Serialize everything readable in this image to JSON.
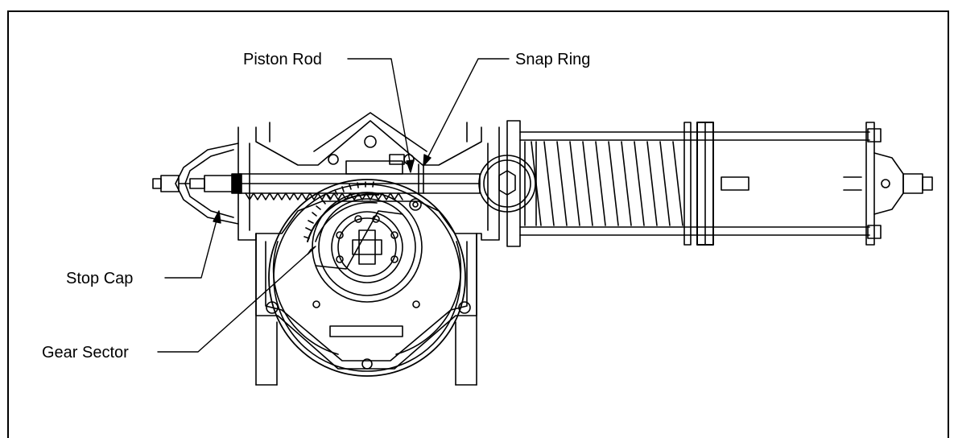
{
  "diagram": {
    "labels": {
      "piston_rod": "Piston Rod",
      "snap_ring": "Snap Ring",
      "stop_cap": "Stop Cap",
      "gear_sector": "Gear Sector"
    },
    "colors": {
      "line": "#000000",
      "background": "#ffffff"
    }
  }
}
